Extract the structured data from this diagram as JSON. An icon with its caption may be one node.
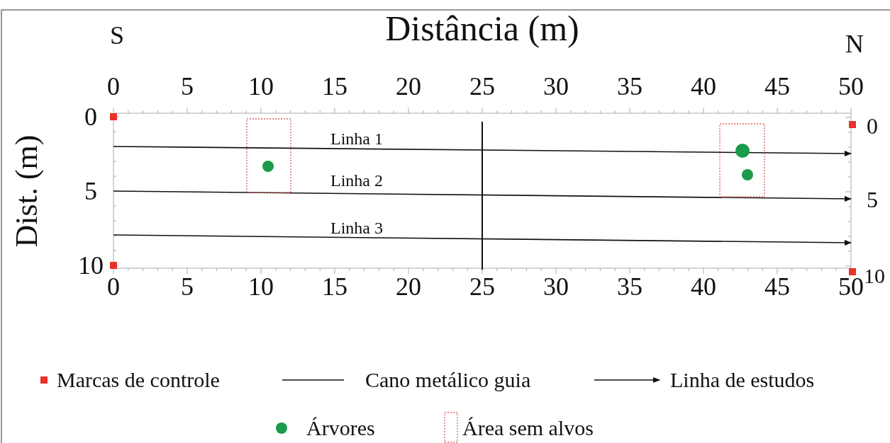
{
  "diagram": {
    "labels": [
      "S",
      "Distância (m)",
      "N",
      "0",
      "5",
      "10",
      "15",
      "20",
      "25",
      "30",
      "35",
      "40",
      "45",
      "50",
      "Dist. (m)",
      "0",
      "0",
      "Linha 1",
      "Linha 2",
      "5",
      "5",
      "Linha 3",
      "10",
      "10",
      "0",
      "5",
      "10",
      "15",
      "20",
      "25",
      "30",
      "35",
      "40",
      "45",
      "50"
    ],
    "legend": [
      {
        "text": "Marcas de controle",
        "color": "#e8312a"
      },
      {
        "text": "Cano metálico guia"
      },
      {
        "text": "Linha de estudos"
      },
      {
        "text": "Árvores",
        "color": "#1a9a4a"
      },
      {
        "text": "Área sem alvos"
      }
    ]
  }
}
